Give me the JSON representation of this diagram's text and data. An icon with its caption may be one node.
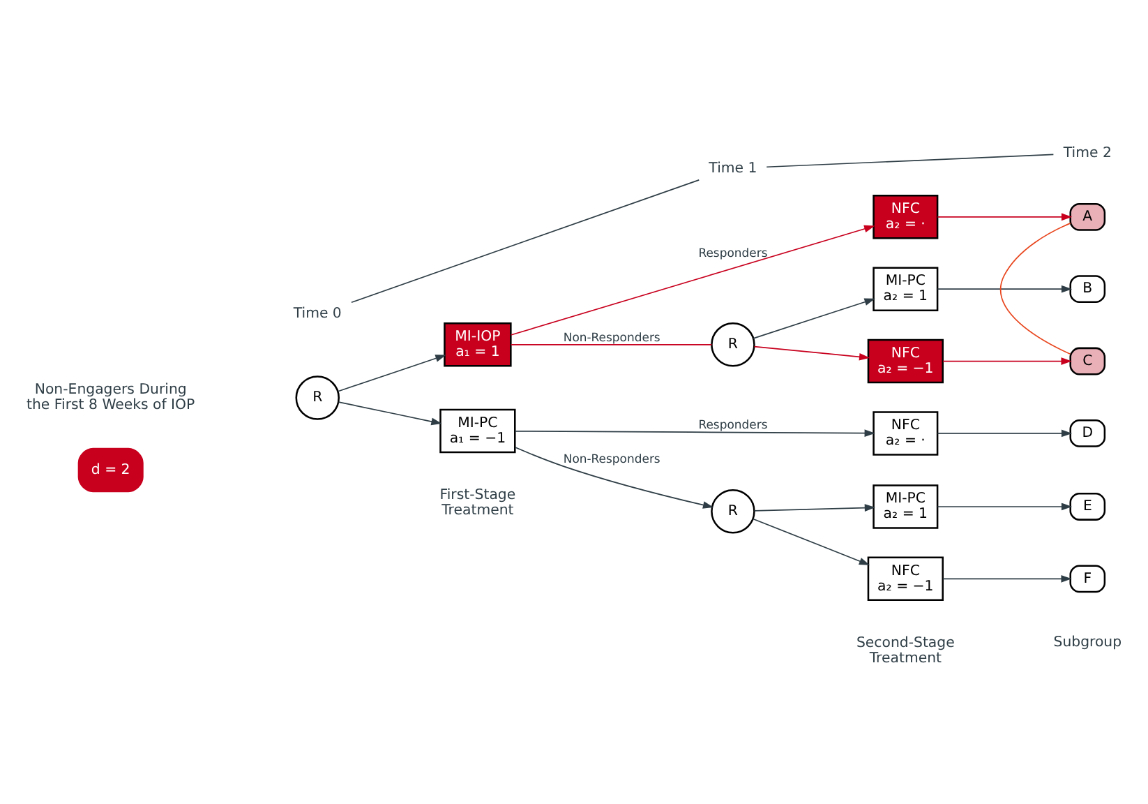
{
  "diagram": {
    "nodes": [
      {
        "text": [
          "R"
        ]
      },
      {
        "text": [
          "MI-IOP",
          "a₁ = 1"
        ]
      },
      {
        "text": [
          "MI-PC",
          "a₁ = −1"
        ]
      },
      {
        "text": [
          "NFC",
          "a₂ = ·"
        ]
      },
      {
        "text": [
          "R"
        ]
      },
      {
        "text": [
          "MI-PC",
          "a₂ = 1"
        ]
      },
      {
        "text": [
          "NFC",
          "a₂ = −1"
        ]
      },
      {
        "text": [
          "A"
        ]
      },
      {
        "text": [
          "B"
        ]
      },
      {
        "text": [
          "C"
        ]
      },
      {
        "text": [
          "NFC",
          "a₂ = ·"
        ]
      },
      {
        "text": [
          "R"
        ]
      },
      {
        "text": [
          "MI-PC",
          "a₂ = 1"
        ]
      },
      {
        "text": [
          "NFC",
          "a₂ = −1"
        ]
      },
      {
        "text": [
          "D"
        ]
      },
      {
        "text": [
          "E"
        ]
      },
      {
        "text": [
          "F"
        ]
      }
    ],
    "edges": [
      {
        "from": 0,
        "to": 1,
        "arrow": "to"
      },
      {
        "from": 0,
        "to": 2,
        "arrow": "to"
      },
      {
        "from": 1,
        "to": 3,
        "arrow": "to",
        "label": "Responders",
        "color": "#c8001e"
      },
      {
        "from": 1,
        "to": 4,
        "arrow": "none",
        "label": "Non-Responders",
        "color": "#c8001e"
      },
      {
        "from": 4,
        "to": 5,
        "arrow": "to"
      },
      {
        "from": 4,
        "to": 6,
        "arrow": "to",
        "color": "#c8001e"
      },
      {
        "from": 3,
        "to": 7,
        "arrow": "to",
        "color": "#c8001e"
      },
      {
        "from": 5,
        "to": 8,
        "arrow": "to"
      },
      {
        "from": 6,
        "to": 9,
        "arrow": "to",
        "color": "#c8001e"
      },
      {
        "from": 7,
        "to": 9,
        "arrow": "none",
        "color": "#e8461e"
      },
      {
        "from": 2,
        "to": 10,
        "arrow": "to",
        "label": "Responders"
      },
      {
        "from": 2,
        "to": 11,
        "arrow": "to",
        "label": "Non-Responders"
      },
      {
        "from": 11,
        "to": 12,
        "arrow": "to"
      },
      {
        "from": 11,
        "to": 13,
        "arrow": "to"
      },
      {
        "from": 10,
        "to": 14,
        "arrow": "to"
      },
      {
        "from": 12,
        "to": 15,
        "arrow": "to"
      },
      {
        "from": 13,
        "to": 16,
        "arrow": "to"
      }
    ],
    "labels": [
      "d = 2",
      "First-Stage Treatment",
      "Second-Stage Treatment",
      "Subgroup",
      "Non-Engagers During the First 8 Weeks of IOP",
      "Time 0",
      "Time 1",
      "Time 2"
    ]
  }
}
